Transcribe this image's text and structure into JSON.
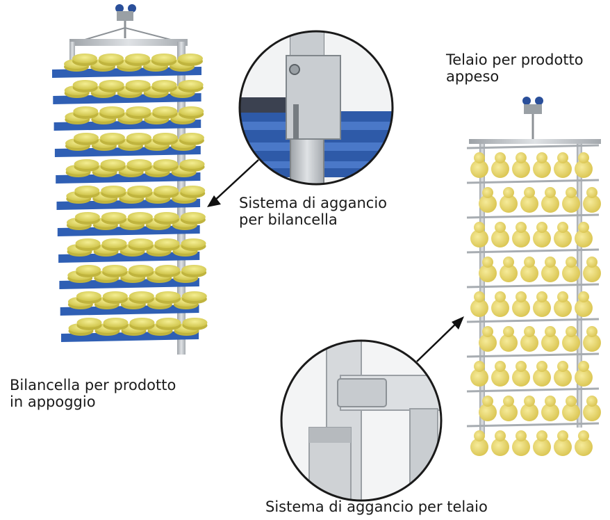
{
  "labels": {
    "rack_label_line1": "Bilancella per prodotto",
    "rack_label_line2": "in appoggio",
    "rack_hook_label_line1": "Sistema di aggancio",
    "rack_hook_label_line2": "per bilancella",
    "frame_label_line1": "Telaio per prodotto",
    "frame_label_line2": "appeso",
    "frame_hook_label": "Sistema di aggancio per telaio"
  },
  "colors": {
    "tray_blue": "#2f5fb4",
    "cheese_yellow": "#e8e06a",
    "pear_yellow": "#ead96a",
    "metal_gray": "#b8bcc0",
    "hook_blue": "#2a4f9a"
  },
  "rack": {
    "tray_count": 11
  }
}
